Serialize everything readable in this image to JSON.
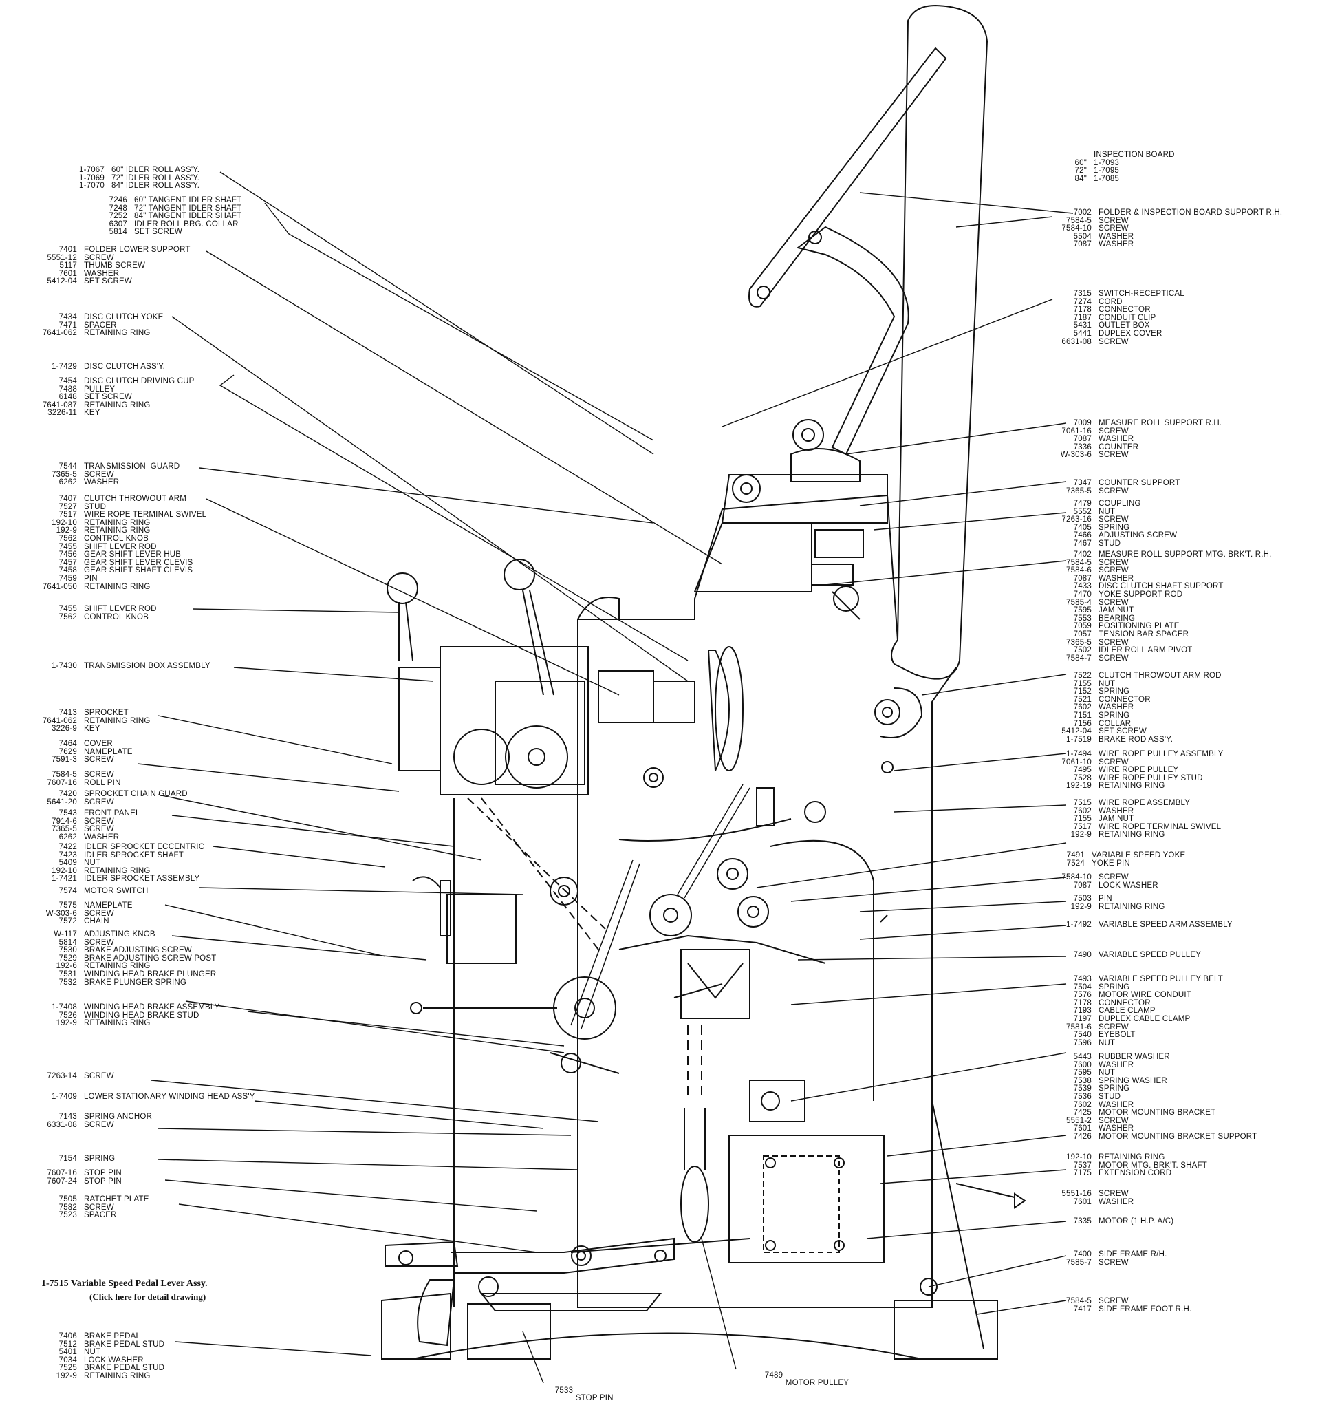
{
  "left_callouts": [
    {
      "id": "idler-roll",
      "rows": [
        [
          "1-7067",
          "60\" IDLER ROLL ASS'Y."
        ],
        [
          "1-7069",
          "72\" IDLER ROLL ASS'Y."
        ],
        [
          "1-7070",
          "84\" IDLER ROLL ASS'Y."
        ]
      ]
    },
    {
      "id": "tangent-shaft",
      "rows": [
        [
          "7246",
          "60\" TANGENT IDLER SHAFT"
        ],
        [
          "7248",
          "72\" TANGENT IDLER SHAFT"
        ],
        [
          "7252",
          "84\" TANGENT IDLER SHAFT"
        ],
        [
          "6307",
          "IDLER ROLL BRG. COLLAR"
        ],
        [
          "5814",
          "SET SCREW"
        ]
      ]
    },
    {
      "id": "folder-lower",
      "rows": [
        [
          "7401",
          "FOLDER LOWER SUPPORT"
        ],
        [
          "5551-12",
          "SCREW"
        ],
        [
          "5117",
          "THUMB SCREW"
        ],
        [
          "7601",
          "WASHER"
        ],
        [
          "5412-04",
          "SET SCREW"
        ]
      ]
    },
    {
      "id": "disc-clutch-yoke",
      "rows": [
        [
          "7434",
          "DISC CLUTCH YOKE"
        ],
        [
          "7471",
          "SPACER"
        ],
        [
          "7641-062",
          "RETAINING RING"
        ]
      ]
    },
    {
      "id": "disc-clutch-assy",
      "rows": [
        [
          "1-7429",
          "DISC CLUTCH ASS'Y."
        ]
      ]
    },
    {
      "id": "driving-cup",
      "rows": [
        [
          "7454",
          "DISC CLUTCH DRIVING CUP"
        ],
        [
          "7488",
          "PULLEY"
        ],
        [
          "6148",
          "SET SCREW"
        ],
        [
          "7641-087",
          "RETAINING RING"
        ],
        [
          "3226-11",
          "KEY"
        ]
      ]
    },
    {
      "id": "transmission-guard",
      "rows": [
        [
          "7544",
          "TRANSMISSION  GUARD"
        ],
        [
          "7365-5",
          "SCREW"
        ],
        [
          "6262",
          "WASHER"
        ]
      ]
    },
    {
      "id": "clutch-throwout",
      "rows": [
        [
          "7407",
          "CLUTCH THROWOUT ARM"
        ],
        [
          "7527",
          "STUD"
        ],
        [
          "7517",
          "WIRE ROPE TERMINAL SWIVEL"
        ],
        [
          "192-10",
          "RETAINING RING"
        ],
        [
          "192-9",
          "RETAINING RING"
        ],
        [
          "7562",
          "CONTROL KNOB"
        ],
        [
          "7455",
          "SHIFT LEVER ROD"
        ],
        [
          "7456",
          "GEAR SHIFT LEVER HUB"
        ],
        [
          "7457",
          "GEAR SHIFT LEVER CLEVIS"
        ],
        [
          "7458",
          "GEAR SHIFT SHAFT CLEVIS"
        ],
        [
          "7459",
          "PIN"
        ],
        [
          "7641-050",
          "RETAINING RING"
        ]
      ]
    },
    {
      "id": "shift-lever",
      "rows": [
        [
          "7455",
          "SHIFT LEVER ROD"
        ],
        [
          "7562",
          "CONTROL KNOB"
        ]
      ]
    },
    {
      "id": "transmission-box",
      "rows": [
        [
          "1-7430",
          "TRANSMISSION BOX ASSEMBLY"
        ]
      ]
    },
    {
      "id": "sprocket",
      "rows": [
        [
          "7413",
          "SPROCKET"
        ],
        [
          "7641-062",
          "RETAINING RING"
        ],
        [
          "3226-9",
          "KEY"
        ]
      ]
    },
    {
      "id": "cover",
      "rows": [
        [
          "7464",
          "COVER"
        ],
        [
          "7629",
          "NAMEPLATE"
        ],
        [
          "7591-3",
          "SCREW"
        ]
      ]
    },
    {
      "id": "roll-pin",
      "rows": [
        [
          "7584-5",
          "SCREW"
        ],
        [
          "7607-16",
          "ROLL PIN"
        ]
      ]
    },
    {
      "id": "chain-guard",
      "rows": [
        [
          "7420",
          "SPROCKET CHAIN GUARD"
        ],
        [
          "5641-20",
          "SCREW"
        ]
      ]
    },
    {
      "id": "front-panel",
      "rows": [
        [
          "7543",
          "FRONT PANEL"
        ],
        [
          "7914-6",
          "SCREW"
        ],
        [
          "7365-5",
          "SCREW"
        ],
        [
          "6262",
          "WASHER"
        ]
      ]
    },
    {
      "id": "idler-sprocket",
      "rows": [
        [
          "7422",
          "IDLER SPROCKET ECCENTRIC"
        ],
        [
          "7423",
          "IDLER SPROCKET SHAFT"
        ],
        [
          "5409",
          "NUT"
        ],
        [
          "192-10",
          "RETAINING RING"
        ],
        [
          "1-7421",
          "IDLER SPROCKET ASSEMBLY"
        ]
      ]
    },
    {
      "id": "motor-switch",
      "rows": [
        [
          "7574",
          "MOTOR SWITCH"
        ]
      ]
    },
    {
      "id": "nameplate-chain",
      "rows": [
        [
          "7575",
          "NAMEPLATE"
        ],
        [
          "W-303-6",
          "SCREW"
        ],
        [
          "7572",
          "CHAIN"
        ]
      ]
    },
    {
      "id": "adjusting-knob",
      "rows": [
        [
          "W-117",
          "ADJUSTING KNOB"
        ],
        [
          "5814",
          "SCREW"
        ],
        [
          "7530",
          "BRAKE ADJUSTING SCREW"
        ],
        [
          "7529",
          "BRAKE ADJUSTING SCREW POST"
        ],
        [
          "192-6",
          "RETAINING RING"
        ],
        [
          "7531",
          "WINDING HEAD BRAKE PLUNGER"
        ],
        [
          "7532",
          "BRAKE PLUNGER SPRING"
        ]
      ]
    },
    {
      "id": "winding-brake",
      "rows": [
        [
          "1-7408",
          "WINDING HEAD BRAKE ASSEMBLY"
        ],
        [
          "7526",
          "WINDING HEAD BRAKE STUD"
        ],
        [
          "192-9",
          "RETAINING RING"
        ]
      ]
    },
    {
      "id": "screw-7263",
      "rows": [
        [
          "7263-14",
          "SCREW"
        ]
      ]
    },
    {
      "id": "lower-winding",
      "rows": [
        [
          "1-7409",
          "LOWER STATIONARY WINDING HEAD ASS'Y"
        ]
      ]
    },
    {
      "id": "spring-anchor",
      "rows": [
        [
          "7143",
          "SPRING ANCHOR"
        ],
        [
          "6331-08",
          "SCREW"
        ]
      ]
    },
    {
      "id": "spring-7154",
      "rows": [
        [
          "7154",
          "SPRING"
        ]
      ]
    },
    {
      "id": "stop-pin",
      "rows": [
        [
          "7607-16",
          "STOP PIN"
        ],
        [
          "7607-24",
          "STOP PIN"
        ]
      ]
    },
    {
      "id": "ratchet",
      "rows": [
        [
          "7505",
          "RATCHET PLATE"
        ],
        [
          "7582",
          "SCREW"
        ],
        [
          "7523",
          "SPACER"
        ]
      ]
    },
    {
      "id": "brake-pedal",
      "rows": [
        [
          "7406",
          "BRAKE PEDAL"
        ],
        [
          "7512",
          "BRAKE PEDAL STUD"
        ],
        [
          "5401",
          "NUT"
        ],
        [
          "7034",
          "LOCK WASHER"
        ],
        [
          "7525",
          "BRAKE PEDAL STUD"
        ],
        [
          "192-9",
          "RETAINING RING"
        ]
      ]
    }
  ],
  "right_callouts": [
    {
      "id": "inspection-board",
      "rows": [
        [
          "",
          "INSPECTION BOARD"
        ],
        [
          "60\"",
          "1-7093"
        ],
        [
          "72\"",
          "1-7095"
        ],
        [
          "84\"",
          "1-7085"
        ]
      ]
    },
    {
      "id": "folder-support",
      "rows": [
        [
          "7002",
          "FOLDER & INSPECTION BOARD SUPPORT R.H."
        ],
        [
          "7584-5",
          "SCREW"
        ],
        [
          "7584-10",
          "SCREW"
        ],
        [
          "5504",
          "WASHER"
        ],
        [
          "7087",
          "WASHER"
        ]
      ]
    },
    {
      "id": "switch-receptical",
      "rows": [
        [
          "7315",
          "SWITCH-RECEPTICAL"
        ],
        [
          "7274",
          "CORD"
        ],
        [
          "7178",
          "CONNECTOR"
        ],
        [
          "7187",
          "CONDUIT CLIP"
        ],
        [
          "5431",
          "OUTLET BOX"
        ],
        [
          "5441",
          "DUPLEX COVER"
        ],
        [
          "6631-08",
          "SCREW"
        ]
      ]
    },
    {
      "id": "measure-roll",
      "rows": [
        [
          "7009",
          "MEASURE ROLL SUPPORT R.H."
        ],
        [
          "7061-16",
          "SCREW"
        ],
        [
          "7087",
          "WASHER"
        ],
        [
          "7336",
          "COUNTER"
        ],
        [
          "W-303-6",
          "SCREW"
        ]
      ]
    },
    {
      "id": "counter-support",
      "rows": [
        [
          "7347",
          "COUNTER SUPPORT"
        ],
        [
          "7365-5",
          "SCREW"
        ]
      ]
    },
    {
      "id": "coupling",
      "rows": [
        [
          "7479",
          "COUPLING"
        ],
        [
          "5552",
          "NUT"
        ],
        [
          "7263-16",
          "SCREW"
        ],
        [
          "7405",
          "SPRING"
        ],
        [
          "7466",
          "ADJUSTING SCREW"
        ],
        [
          "7467",
          "STUD"
        ]
      ]
    },
    {
      "id": "measure-bracket",
      "rows": [
        [
          "7402",
          "MEASURE ROLL SUPPORT MTG. BRK'T. R.H."
        ],
        [
          "7584-5",
          "SCREW"
        ],
        [
          "7584-6",
          "SCREW"
        ],
        [
          "7087",
          "WASHER"
        ],
        [
          "7433",
          "DISC CLUTCH SHAFT SUPPORT"
        ],
        [
          "7470",
          "YOKE SUPPORT ROD"
        ],
        [
          "7585-4",
          "SCREW"
        ],
        [
          "7595",
          "JAM NUT"
        ],
        [
          "7553",
          "BEARING"
        ],
        [
          "7059",
          "POSITIONING PLATE"
        ],
        [
          "7057",
          "TENSION BAR SPACER"
        ],
        [
          "7365-5",
          "SCREW"
        ],
        [
          "7502",
          "IDLER ROLL ARM PIVOT"
        ],
        [
          "7584-7",
          "SCREW"
        ]
      ]
    },
    {
      "id": "throwout-rod",
      "rows": [
        [
          "7522",
          "CLUTCH THROWOUT ARM ROD"
        ],
        [
          "7155",
          "NUT"
        ],
        [
          "7152",
          "SPRING"
        ],
        [
          "7521",
          "CONNECTOR"
        ],
        [
          "7602",
          "WASHER"
        ],
        [
          "7151",
          "SPRING"
        ],
        [
          "7156",
          "COLLAR"
        ],
        [
          "5412-04",
          "SET SCREW"
        ],
        [
          "1-7519",
          "BRAKE ROD ASS'Y."
        ]
      ]
    },
    {
      "id": "wire-rope-pulley",
      "rows": [
        [
          "1-7494",
          "WIRE ROPE PULLEY ASSEMBLY"
        ],
        [
          "7061-10",
          "SCREW"
        ],
        [
          "7495",
          "WIRE ROPE PULLEY"
        ],
        [
          "7528",
          "WIRE ROPE PULLEY STUD"
        ],
        [
          "192-19",
          "RETAINING RING"
        ]
      ]
    },
    {
      "id": "wire-rope",
      "rows": [
        [
          "7515",
          "WIRE ROPE ASSEMBLY"
        ],
        [
          "7602",
          "WASHER"
        ],
        [
          "7155",
          "JAM NUT"
        ],
        [
          "7517",
          "WIRE ROPE TERMINAL SWIVEL"
        ],
        [
          "192-9",
          "RETAINING RING"
        ]
      ]
    },
    {
      "id": "yoke",
      "rows": [
        [
          "7491",
          "VARIABLE SPEED YOKE"
        ],
        [
          "7524",
          "YOKE PIN"
        ]
      ]
    },
    {
      "id": "lock-washer",
      "rows": [
        [
          "7584-10",
          "SCREW"
        ],
        [
          "7087",
          "LOCK WASHER"
        ]
      ]
    },
    {
      "id": "pin-7503",
      "rows": [
        [
          "7503",
          "PIN"
        ],
        [
          "192-9",
          "RETAINING RING"
        ]
      ]
    },
    {
      "id": "speed-arm",
      "rows": [
        [
          "1-7492",
          "VARIABLE SPEED ARM ASSEMBLY"
        ]
      ]
    },
    {
      "id": "speed-pulley",
      "rows": [
        [
          "7490",
          "VARIABLE SPEED PULLEY"
        ]
      ]
    },
    {
      "id": "pulley-belt",
      "rows": [
        [
          "7493",
          "VARIABLE SPEED PULLEY BELT"
        ],
        [
          "7504",
          "SPRING"
        ],
        [
          "7576",
          "MOTOR WIRE CONDUIT"
        ],
        [
          "7178",
          "CONNECTOR"
        ],
        [
          "7193",
          "CABLE CLAMP"
        ],
        [
          "7197",
          "DUPLEX CABLE CLAMP"
        ],
        [
          "7581-6",
          "SCREW"
        ],
        [
          "7540",
          "EYEBOLT"
        ],
        [
          "7596",
          "NUT"
        ]
      ]
    },
    {
      "id": "rubber-washer",
      "rows": [
        [
          "5443",
          "RUBBER WASHER"
        ],
        [
          "7600",
          "WASHER"
        ],
        [
          "7595",
          "NUT"
        ],
        [
          "7538",
          "SPRING WASHER"
        ],
        [
          "7539",
          "SPRING"
        ],
        [
          "7536",
          "STUD"
        ],
        [
          "7602",
          "WASHER"
        ],
        [
          "7425",
          "MOTOR MOUNTING BRACKET"
        ],
        [
          "5551-2",
          "SCREW"
        ],
        [
          "7601",
          "WASHER"
        ],
        [
          "7426",
          "MOTOR MOUNTING BRACKET SUPPORT"
        ]
      ]
    },
    {
      "id": "retaining-ring",
      "rows": [
        [
          "192-10",
          "RETAINING RING"
        ],
        [
          "7537",
          "MOTOR MTG. BRK'T. SHAFT"
        ],
        [
          "7175",
          "EXTENSION CORD"
        ]
      ]
    },
    {
      "id": "screw-washer",
      "rows": [
        [
          "5551-16",
          "SCREW"
        ],
        [
          "7601",
          "WASHER"
        ]
      ]
    },
    {
      "id": "motor",
      "rows": [
        [
          "7335",
          "MOTOR (1 H.P. A/C)"
        ]
      ]
    },
    {
      "id": "side-frame",
      "rows": [
        [
          "7400",
          "SIDE FRAME R/H."
        ],
        [
          "7585-7",
          "SCREW"
        ]
      ]
    },
    {
      "id": "side-foot",
      "rows": [
        [
          "7584-5",
          "SCREW"
        ],
        [
          "7417",
          "SIDE FRAME FOOT R.H."
        ]
      ]
    }
  ],
  "bottom_callouts": {
    "motor_pulley_num": "7489",
    "motor_pulley_label": "MOTOR PULLEY",
    "stop_pin_num": "7533",
    "stop_pin_label": "STOP PIN"
  },
  "link": {
    "title": "1-7515 Variable Speed Pedal Lever Assy.",
    "subtitle": "(Click here for detail drawing)"
  }
}
